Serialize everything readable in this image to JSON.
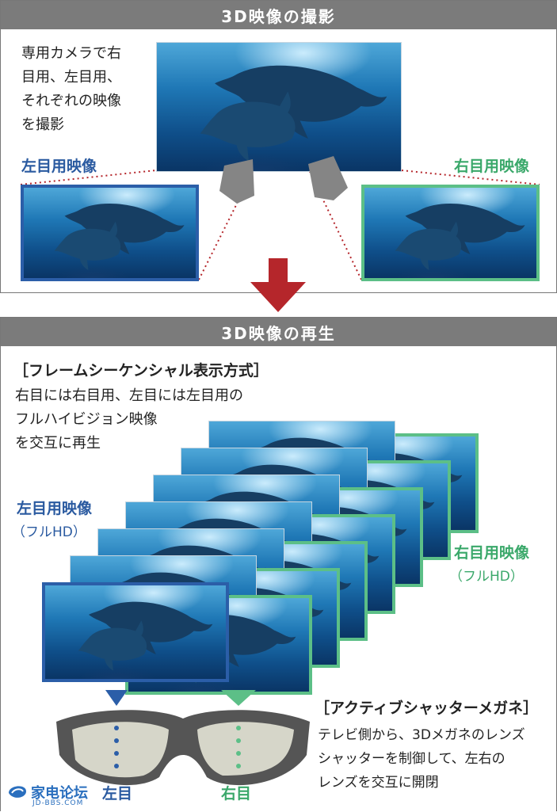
{
  "capture": {
    "header": "3D映像の撮影",
    "description_lines": [
      "専用カメラで右",
      "目用、左目用、",
      "それぞれの映像",
      "を撮影"
    ],
    "left_label": "左目用映像",
    "right_label": "右目用映像"
  },
  "playback": {
    "header": "3D映像の再生",
    "method_title": "［フレームシーケンシャル表示方式］",
    "method_lines": [
      "右目には右目用、左目には左目用の",
      "フルハイビジョン映像",
      "を交互に再生"
    ],
    "left_label": "左目用映像",
    "left_sub": "（フルHD）",
    "right_label": "右目用映像",
    "right_sub": "（フルHD）",
    "glasses_title": "［アクティブシャッターメガネ］",
    "glasses_lines": [
      "テレビ側から、3Dメガネのレンズ",
      "シャッターを制御して、左右の",
      "レンズを交互に開閉"
    ],
    "left_eye": "左目",
    "right_eye": "右目"
  },
  "watermark": {
    "site": "家电论坛",
    "url": "JD-BBS.COM"
  },
  "colors": {
    "left_blue": "#2b5ea8",
    "right_green": "#5cbf87",
    "header_gray": "#7b7b7b",
    "arrow_red": "#b5262b"
  }
}
